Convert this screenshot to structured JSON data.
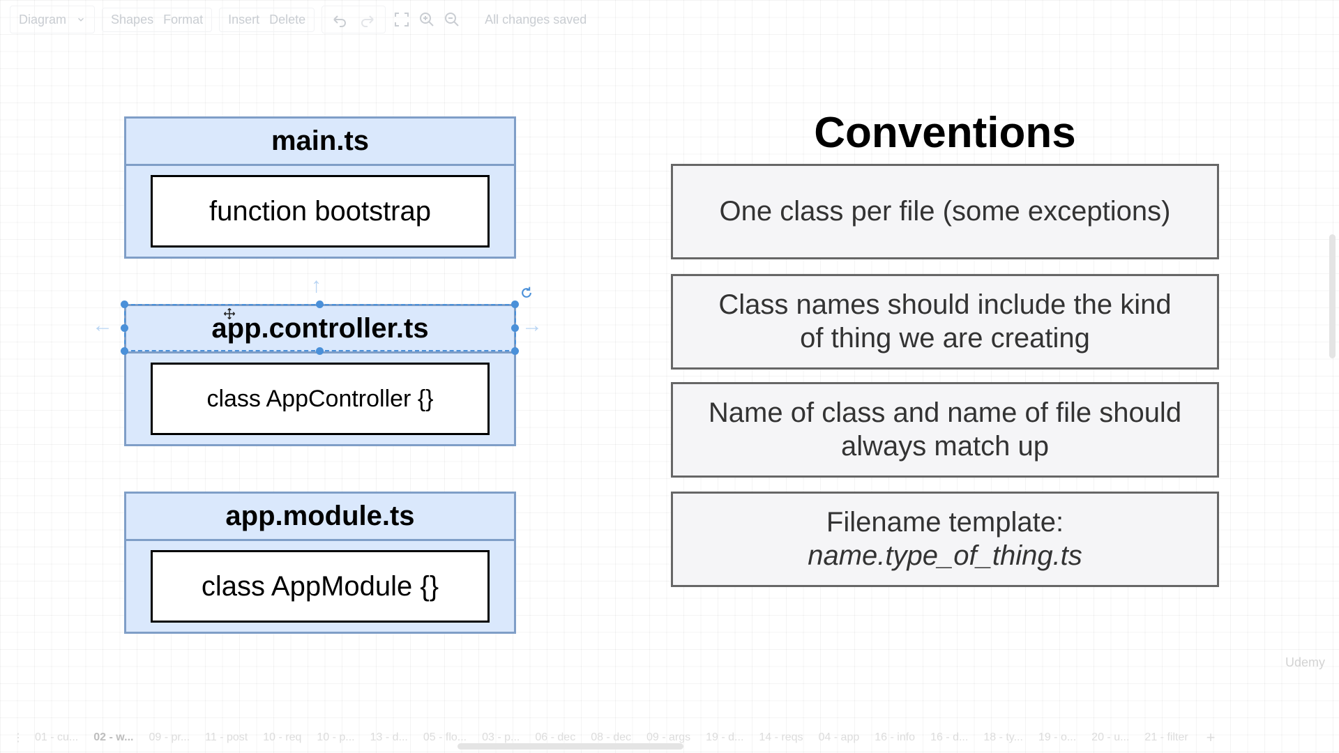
{
  "toolbar": {
    "diagram": "Diagram",
    "shapes": "Shapes",
    "format": "Format",
    "insert": "Insert",
    "delete": "Delete",
    "status": "All changes saved"
  },
  "files": [
    {
      "name": "main.ts",
      "content": "function bootstrap"
    },
    {
      "name": "app.controller.ts",
      "content": "class AppController {}"
    },
    {
      "name": "app.module.ts",
      "content": "class AppModule {}"
    }
  ],
  "conventions": {
    "title": "Conventions",
    "items": [
      {
        "line1": "One class per file (some exceptions)"
      },
      {
        "line1": "Class names should include the kind",
        "line2": "of thing we are creating"
      },
      {
        "line1": "Name of class and name of file should",
        "line2": "always match up"
      },
      {
        "line1": "Filename template:",
        "line2": "name.type_of_thing.ts"
      }
    ]
  },
  "watermark": "Udemy",
  "page_tabs": [
    "01 - cu...",
    "02 - w...",
    "09 - pr...",
    "11 - post",
    "10 - req",
    "10 - p...",
    "13 - d...",
    "05 - flo...",
    "03 - p...",
    "06 - dec",
    "08 - dec",
    "09 - args",
    "19 - d...",
    "14 - reqs",
    "04 - app",
    "16 - info",
    "16 - d...",
    "18 - ty...",
    "19 - o...",
    "20 - u...",
    "21 - filter"
  ],
  "colors": {
    "file_fill": "#dae8fc",
    "file_border": "#7f9ec7",
    "selection": "#4a90d9",
    "convention_fill": "#f5f5f7",
    "convention_border": "#666666"
  }
}
